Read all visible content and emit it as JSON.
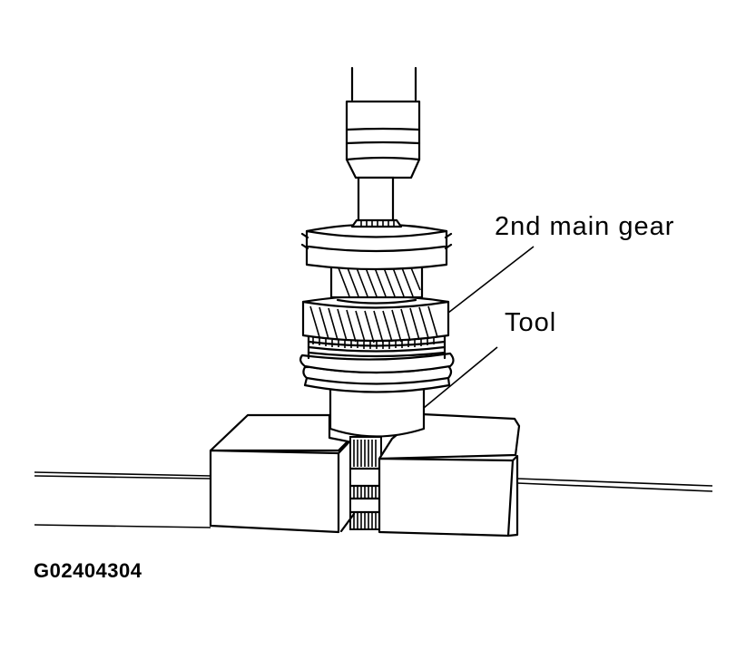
{
  "diagram": {
    "type": "technical-illustration",
    "subject": "Press-fitting 2nd main gear onto shaft using a tool on press blocks",
    "colors": {
      "line": "#000000",
      "background": "#ffffff"
    },
    "callouts": [
      {
        "id": "gear",
        "label": "2nd main gear"
      },
      {
        "id": "tool",
        "label": "Tool"
      }
    ],
    "figure_id": "G02404304"
  }
}
